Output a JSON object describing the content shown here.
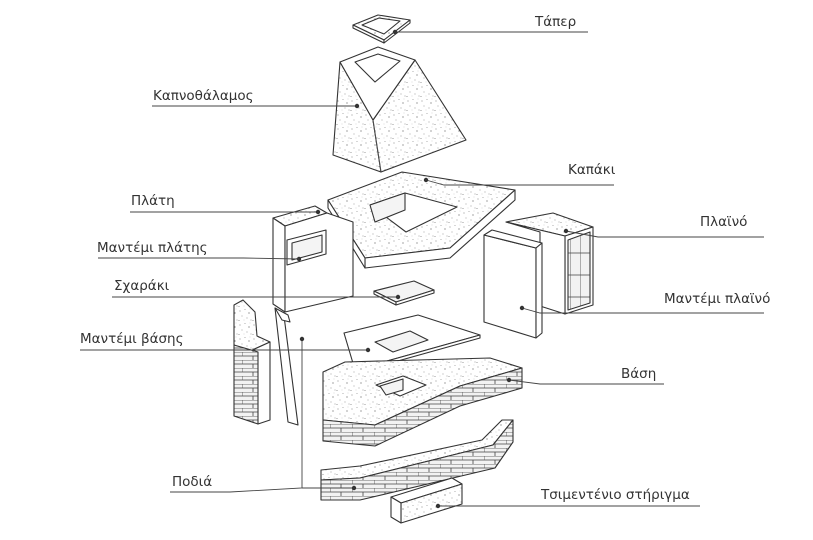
{
  "diagram": {
    "labels": [
      {
        "id": "taper",
        "text": "Τάπερ"
      },
      {
        "id": "kapnothalamos",
        "text": "Καπνοθάλαμος"
      },
      {
        "id": "kapaki",
        "text": "Καπάκι"
      },
      {
        "id": "plati",
        "text": "Πλάτη"
      },
      {
        "id": "plaino",
        "text": "Πλαϊνό"
      },
      {
        "id": "mantemi-platis",
        "text": "Μαντέμι πλάτης"
      },
      {
        "id": "scharaki",
        "text": "Σχαράκι"
      },
      {
        "id": "mantemi-plainou",
        "text": "Μαντέμι πλαϊνό"
      },
      {
        "id": "mantemi-vasis",
        "text": "Μαντέμι βάσης"
      },
      {
        "id": "vasi",
        "text": "Βάση"
      },
      {
        "id": "podia",
        "text": "Ποδιά"
      },
      {
        "id": "tsimentenio-stirigma",
        "text": "Τσιμεντένιο στήριγμα"
      }
    ]
  }
}
